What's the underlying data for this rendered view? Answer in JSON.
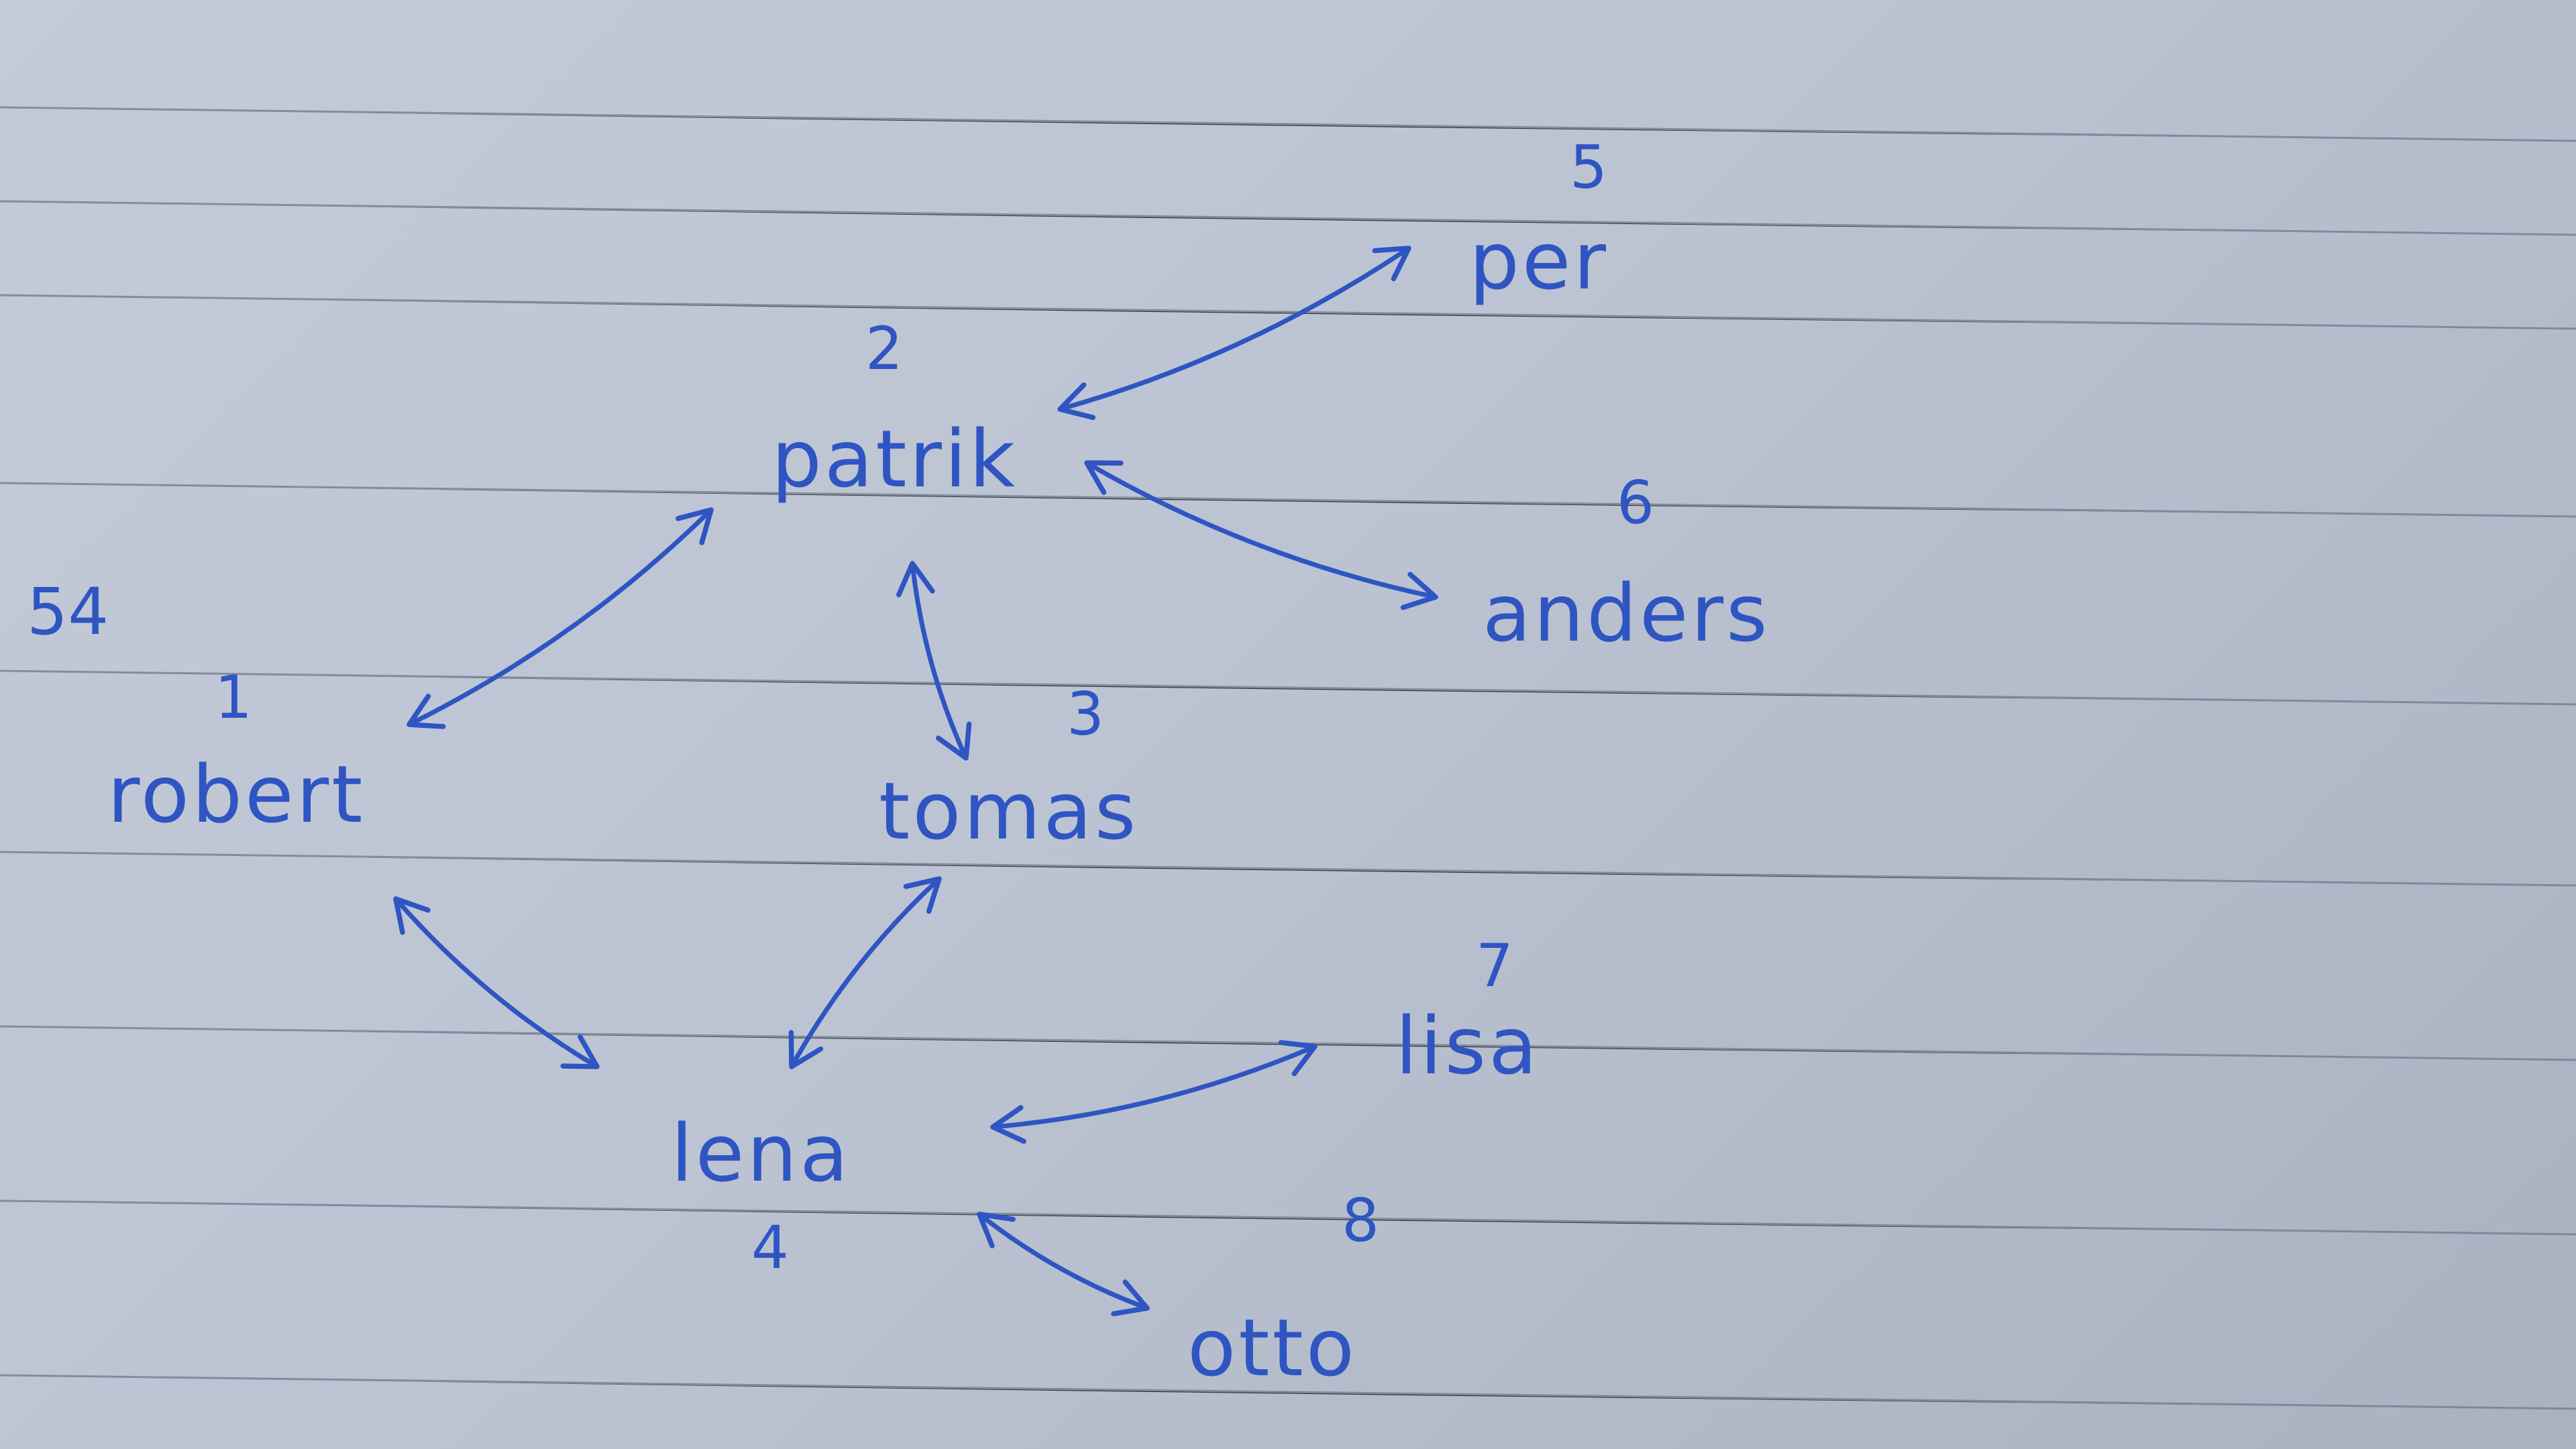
{
  "colors": {
    "ink": "#2e55c2",
    "paper": "#c3cad8",
    "ruled_line": "#6f7a8c"
  },
  "scribble_mark": "54",
  "nodes": [
    {
      "id": "robert",
      "name": "robert",
      "number": "1"
    },
    {
      "id": "patrik",
      "name": "patrik",
      "number": "2"
    },
    {
      "id": "tomas",
      "name": "tomas",
      "number": "3"
    },
    {
      "id": "lena",
      "name": "lena",
      "number": "4"
    },
    {
      "id": "per",
      "name": "per",
      "number": "5"
    },
    {
      "id": "anders",
      "name": "anders",
      "number": "6"
    },
    {
      "id": "lisa",
      "name": "lisa",
      "number": "7"
    },
    {
      "id": "otto",
      "name": "otto",
      "number": "8"
    }
  ],
  "edges": [
    {
      "from": "robert",
      "to": "patrik",
      "bidirectional": true
    },
    {
      "from": "patrik",
      "to": "per",
      "bidirectional": true
    },
    {
      "from": "patrik",
      "to": "anders",
      "bidirectional": true
    },
    {
      "from": "patrik",
      "to": "tomas",
      "bidirectional": true
    },
    {
      "from": "robert",
      "to": "lena",
      "bidirectional": true
    },
    {
      "from": "tomas",
      "to": "lena",
      "bidirectional": true
    },
    {
      "from": "lena",
      "to": "lisa",
      "bidirectional": true
    },
    {
      "from": "lena",
      "to": "otto",
      "bidirectional": true
    }
  ]
}
